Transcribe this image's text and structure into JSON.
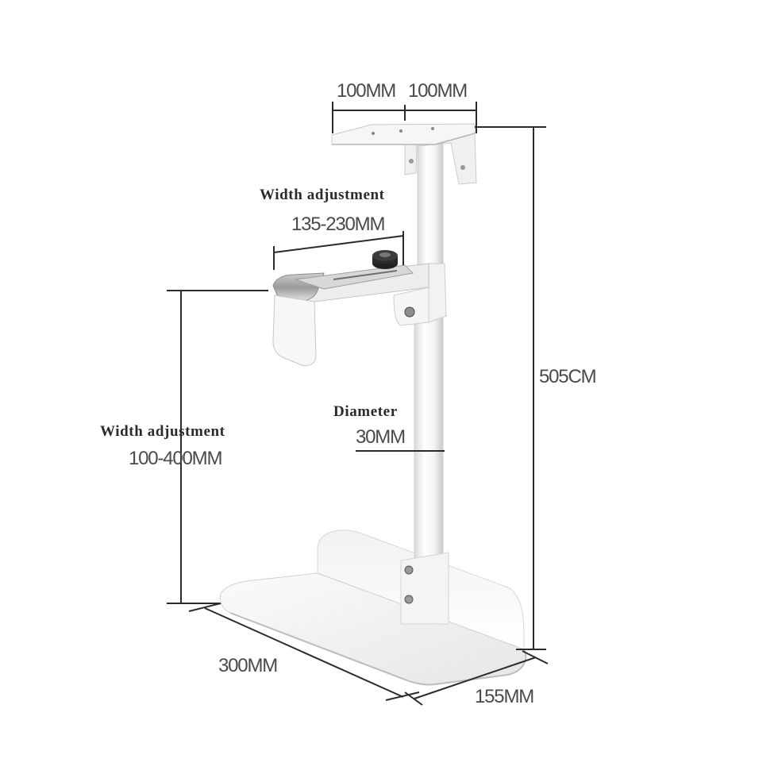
{
  "top_plate": {
    "left_width": "100MM",
    "right_width": "100MM"
  },
  "holder_adjustment": {
    "caption": "Width adjustment",
    "range": "135-230MM"
  },
  "height_adjustment": {
    "caption": "Width adjustment",
    "range": "100-400MM"
  },
  "pole": {
    "caption": "Diameter",
    "value": "30MM"
  },
  "total_height": "505CM",
  "base": {
    "length": "300MM",
    "depth": "155MM"
  },
  "colors": {
    "line": "#2b2b2b",
    "text": "#4a4a4a",
    "metal_light": "#f7f7f7",
    "metal_shade": "#dcdcdc"
  }
}
